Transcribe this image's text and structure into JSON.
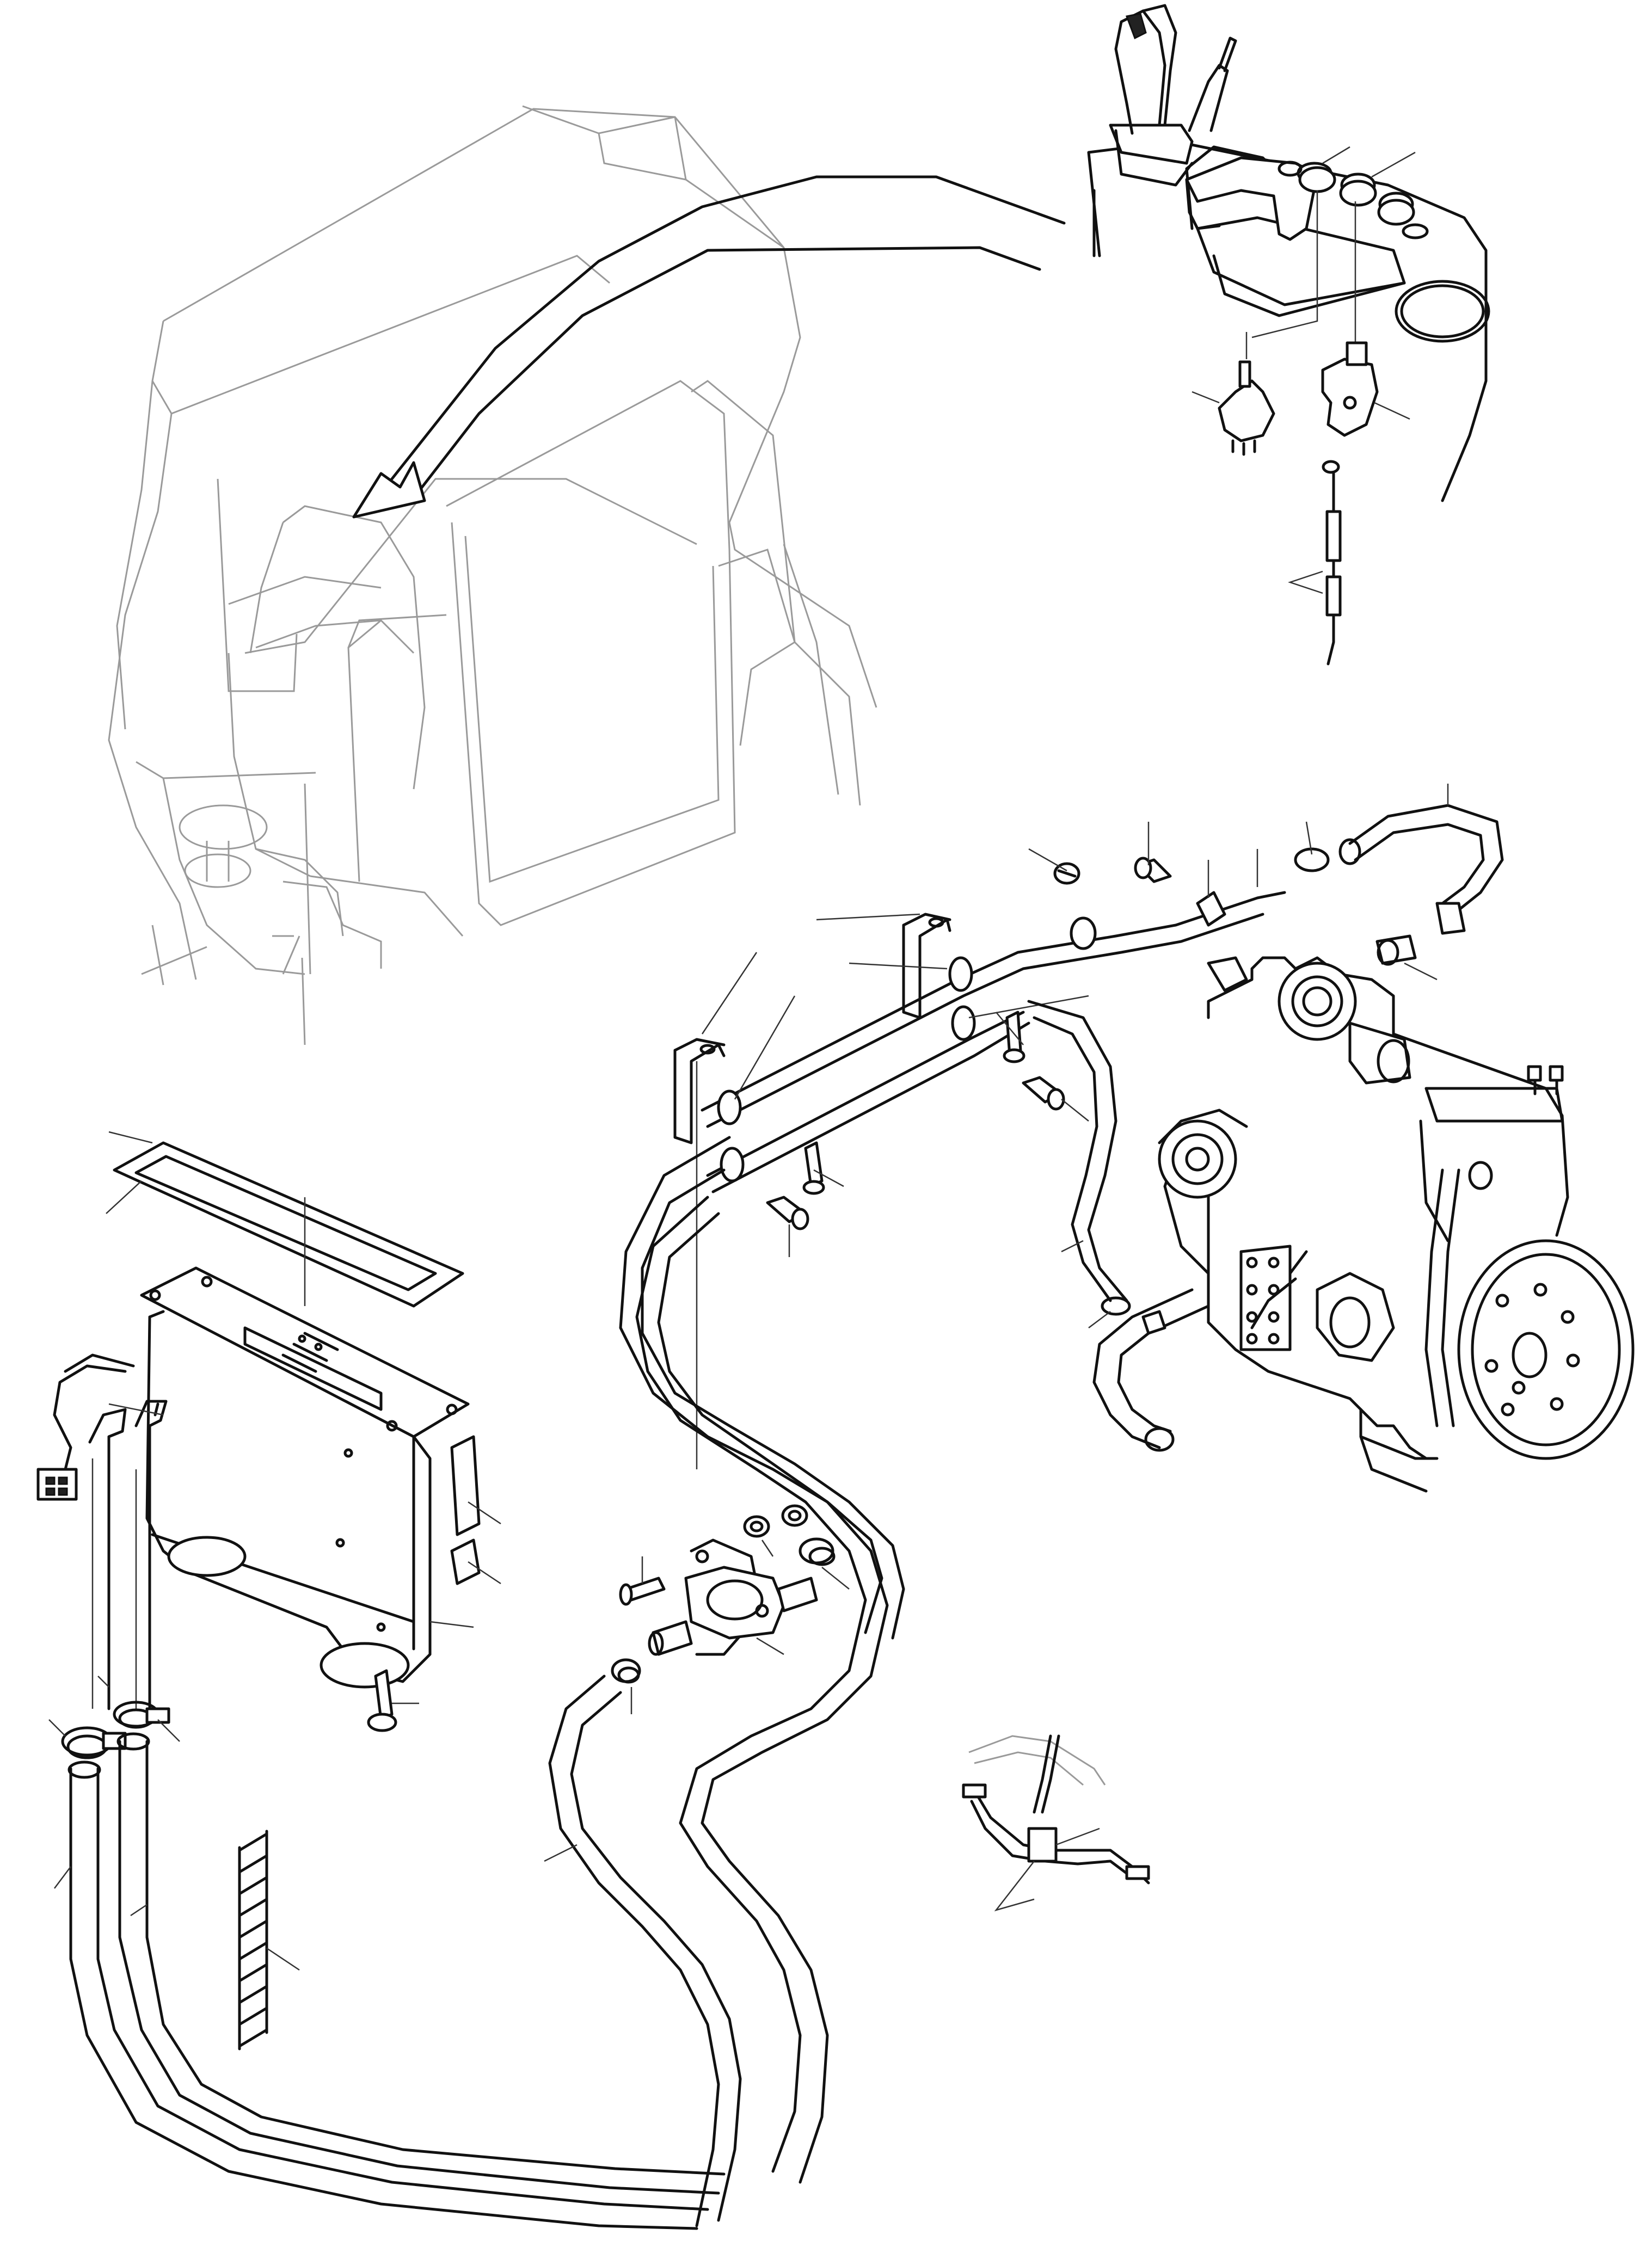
{
  "diagram": {
    "subject": "cab-heater-parts-exploded-view",
    "assemblies": [
      {
        "name": "cab",
        "icon": "cab-outline-icon"
      },
      {
        "name": "operator-control-console",
        "icon": "joystick-console-icon"
      },
      {
        "name": "heater-unit",
        "icon": "heater-box-icon"
      },
      {
        "name": "engine",
        "icon": "engine-block-icon"
      },
      {
        "name": "heater-valve",
        "icon": "valve-icon"
      },
      {
        "name": "hose-routing",
        "icon": "hose-icon"
      },
      {
        "name": "cable-tie",
        "icon": "cable-tie-icon"
      }
    ],
    "line_color": "#111111",
    "ghost_color": "#9a9a9a",
    "background": "#ffffff"
  }
}
